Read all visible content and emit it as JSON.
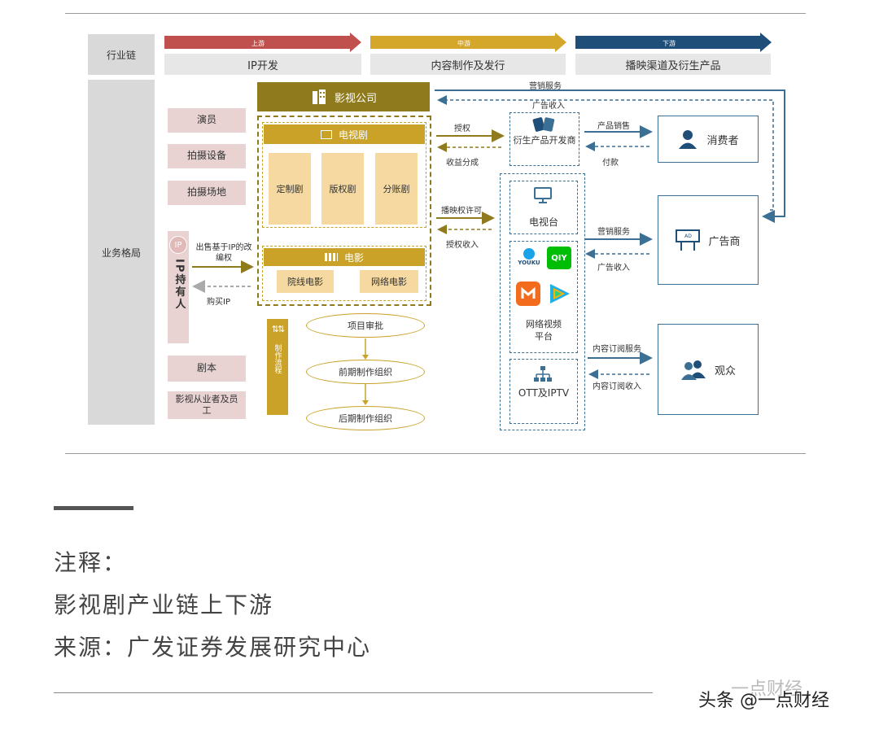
{
  "diagram": {
    "row_labels": {
      "chain": "行业链",
      "layout": "业务格局"
    },
    "stages": {
      "upstream_tag": "上游",
      "midstream_tag": "中游",
      "downstream_tag": "下游",
      "ip_dev": "IP开发",
      "content": "内容制作及发行",
      "channels": "播映渠道及衍生产品"
    },
    "left_items": {
      "actors": "演员",
      "equipment": "拍摄设备",
      "venue": "拍摄场地",
      "script": "剧本",
      "staff": "影视从业者及员工"
    },
    "ip_holder": {
      "badge": "IP",
      "label": "IP持有人",
      "sell": "出售基于IP的改编权",
      "buy": "购买IP"
    },
    "film_company": "影视公司",
    "tv_drama": {
      "title": "电视剧",
      "items": [
        "定制剧",
        "版权剧",
        "分账剧"
      ]
    },
    "movie": {
      "title": "电影",
      "items": [
        "院线电影",
        "网络电影"
      ]
    },
    "process": {
      "label": "制作流程",
      "steps": [
        "项目审批",
        "前期制作组织",
        "后期制作组织"
      ]
    },
    "flows": {
      "license": "授权",
      "revenue_share": "收益分成",
      "broadcast_license": "播映权许可",
      "license_income": "授权收入",
      "marketing_top": "营销服务",
      "ad_income_top": "广告收入",
      "product_sales": "产品销售",
      "payment": "付款",
      "marketing": "营销服务",
      "ad_income": "广告收入",
      "subscription_service": "内容订阅服务",
      "subscription_income": "内容订阅收入"
    },
    "channels": {
      "derivative": "衍生产品开发商",
      "tv": "电视台",
      "online": "网络视频平台",
      "ott": "OTT及IPTV",
      "youku": "YOUKU",
      "iqiyi": "QIY"
    },
    "consumers": {
      "consumer": "消费者",
      "advertiser": "广告商",
      "audience": "观众",
      "ad_sign": "AD"
    }
  },
  "notes": {
    "title": "注释：",
    "caption": "影视剧产业链上下游",
    "source": "来源：广发证券发展研究中心"
  },
  "watermark": {
    "main": "头条 @一点财经",
    "ghost": "一点财经"
  },
  "colors": {
    "gold": "#c9a227",
    "blue": "#3c6f94",
    "pink": "#e8d2d2",
    "tan": "#f5d9a0",
    "gray": "#d9d9d9"
  }
}
